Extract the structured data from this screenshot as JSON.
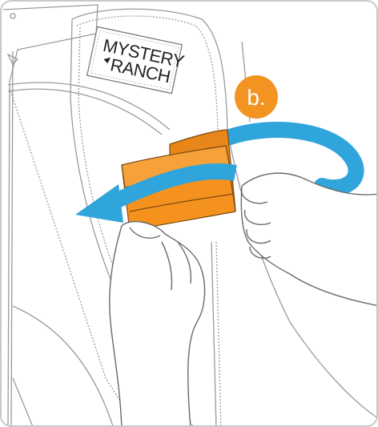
{
  "logo": {
    "line1": "MYSTERY",
    "line2": "RANCH"
  },
  "step_badge": {
    "label": "b."
  },
  "colors": {
    "strap_orange": "#F5921E",
    "arrow_blue": "#2FA5DC",
    "badge_orange": "#F39322",
    "line_gray": "#8a8a8a",
    "frame_border": "#c9c9c9"
  },
  "icons": {
    "arrow": "curved-arrow-left",
    "logo": "mystery-ranch-logo"
  }
}
